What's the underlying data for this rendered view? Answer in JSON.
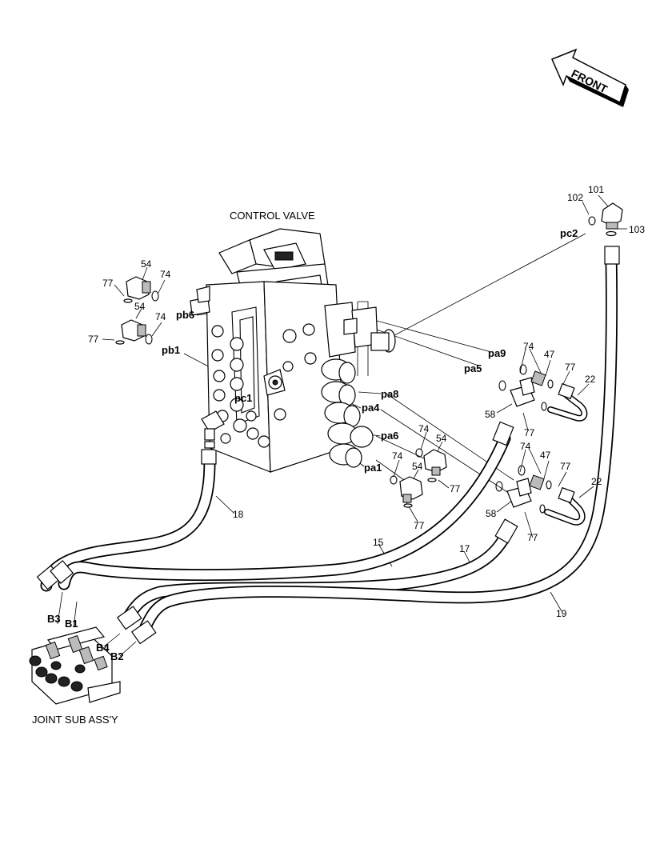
{
  "titles": {
    "control_valve": "CONTROL VALVE",
    "joint_sub_assy": "JOINT SUB ASS'Y",
    "front": "FRONT"
  },
  "ports": {
    "pc2": "pc2",
    "pb6": "pb6",
    "pb1": "pb1",
    "pc1": "pc1",
    "pa9": "pa9",
    "pa5": "pa5",
    "pa8": "pa8",
    "pa4": "pa4",
    "pa6": "pa6",
    "pa1": "pa1",
    "b1": "B1",
    "b2": "B2",
    "b3": "B3",
    "b4": "B4"
  },
  "parts": {
    "p101": "101",
    "p102": "102",
    "p103": "103",
    "p54a": "54",
    "p54b": "54",
    "p54c": "54",
    "p54d": "54",
    "p74a": "74",
    "p74b": "74",
    "p74c": "74",
    "p74d": "74",
    "p74e": "74",
    "p74f": "74",
    "p77a": "77",
    "p77b": "77",
    "p77c": "77",
    "p77d": "77",
    "p77e": "77",
    "p77f": "77",
    "p77g": "77",
    "p77h": "77",
    "p47a": "47",
    "p47b": "47",
    "p22a": "22",
    "p22b": "22",
    "p58a": "58",
    "p58b": "58",
    "p15": "15",
    "p17": "17",
    "p18": "18",
    "p19": "19"
  }
}
